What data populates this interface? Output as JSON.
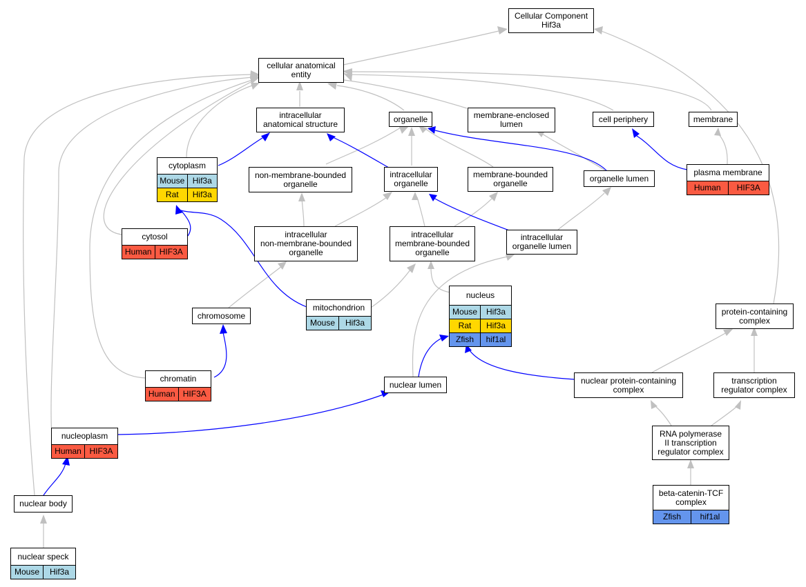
{
  "colors": {
    "gray_edge": "#c0c0c0",
    "blue_edge": "#0000ff",
    "Mouse": "#add8e6",
    "Rat": "#ffd700",
    "Human": "#fa5a42",
    "Zfish": "#6495ed"
  },
  "nodes": {
    "root": {
      "label": "Cellular Component\nHif3a"
    },
    "cae": {
      "label": "cellular anatomical\nentity"
    },
    "ias": {
      "label": "intracellular\nanatomical structure"
    },
    "organelle": {
      "label": "organelle"
    },
    "mel": {
      "label": "membrane-enclosed\nlumen"
    },
    "cp": {
      "label": "cell periphery"
    },
    "membrane": {
      "label": "membrane"
    },
    "cytoplasm": {
      "label": "cytoplasm",
      "rows": [
        [
          "Mouse",
          "Hif3a"
        ],
        [
          "Rat",
          "Hif3a"
        ]
      ]
    },
    "nmbo": {
      "label": "non-membrane-bounded\norganelle"
    },
    "io": {
      "label": "intracellular\norganelle"
    },
    "mbo": {
      "label": "membrane-bounded\norganelle"
    },
    "ol": {
      "label": "organelle lumen"
    },
    "pm": {
      "label": "plasma membrane",
      "rows": [
        [
          "Human",
          "HIF3A"
        ]
      ]
    },
    "cytosol": {
      "label": "cytosol",
      "rows": [
        [
          "Human",
          "HIF3A"
        ]
      ]
    },
    "inmbo": {
      "label": "intracellular\nnon-membrane-bounded\norganelle"
    },
    "imbo": {
      "label": "intracellular\nmembrane-bounded\norganelle"
    },
    "iol": {
      "label": "intracellular\norganelle lumen"
    },
    "nucleus": {
      "label": "nucleus",
      "rows": [
        [
          "Mouse",
          "Hif3a"
        ],
        [
          "Rat",
          "Hif3a"
        ],
        [
          "Zfish",
          "hif1al"
        ]
      ]
    },
    "mito": {
      "label": "mitochondrion",
      "rows": [
        [
          "Mouse",
          "Hif3a"
        ]
      ]
    },
    "chromosome": {
      "label": "chromosome"
    },
    "pcc": {
      "label": "protein-containing\ncomplex"
    },
    "chromatin": {
      "label": "chromatin",
      "rows": [
        [
          "Human",
          "HIF3A"
        ]
      ]
    },
    "nl": {
      "label": "nuclear lumen"
    },
    "npcc": {
      "label": "nuclear protein-containing\ncomplex"
    },
    "trc": {
      "label": "transcription\nregulator complex"
    },
    "nucleoplasm": {
      "label": "nucleoplasm",
      "rows": [
        [
          "Human",
          "HIF3A"
        ]
      ]
    },
    "rnap": {
      "label": "RNA polymerase\nII transcription\nregulator complex"
    },
    "nb": {
      "label": "nuclear body"
    },
    "btcf": {
      "label": "beta-catenin-TCF\ncomplex",
      "rows": [
        [
          "Zfish",
          "hif1al"
        ]
      ]
    },
    "ns": {
      "label": "nuclear speck",
      "rows": [
        [
          "Mouse",
          "Hif3a"
        ]
      ]
    }
  }
}
